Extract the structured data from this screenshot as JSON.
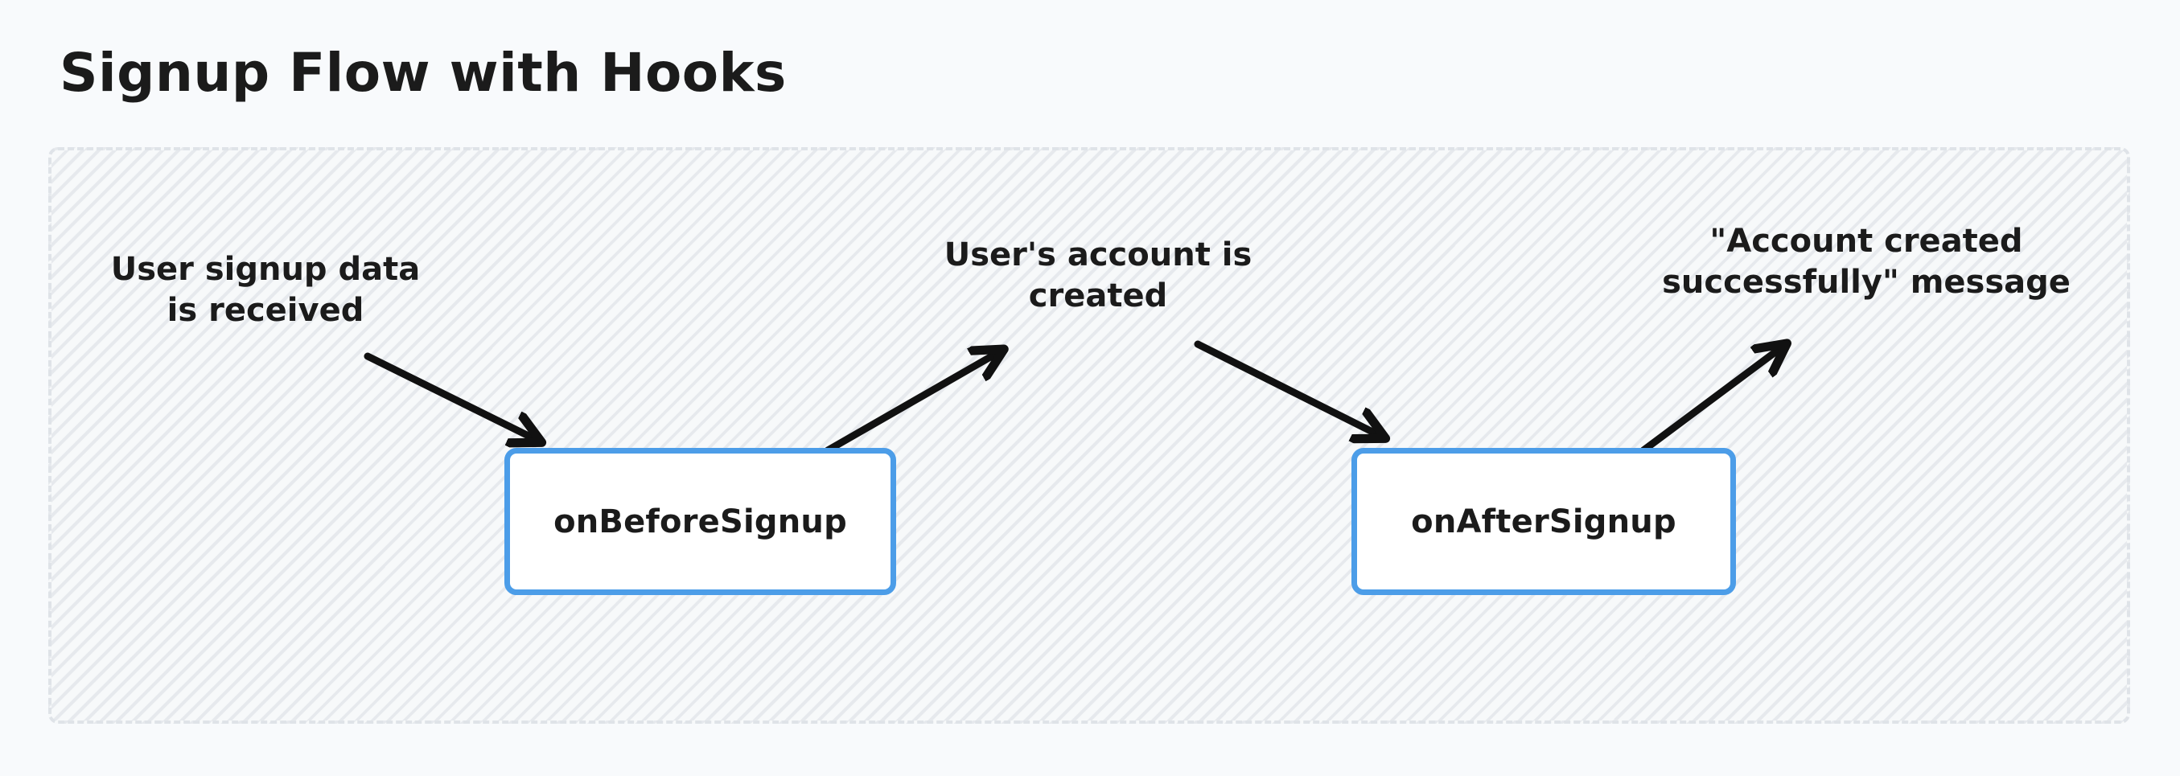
{
  "page": {
    "background_color": "#F8FAFC",
    "title": "Signup Flow with Hooks"
  },
  "container": {
    "name": "diagram-canvas",
    "border_style": "dashed",
    "border_color": "#DFE3E8",
    "fill_color": "#F7F9FA"
  },
  "nodes": [
    {
      "id": "on-before-signup",
      "label": "onBeforeSignup",
      "border_color": "#4C9DE8",
      "fill_color": "#FFFFFF"
    },
    {
      "id": "on-after-signup",
      "label": "onAfterSignup",
      "border_color": "#4C9DE8",
      "fill_color": "#FFFFFF"
    }
  ],
  "labels": [
    {
      "id": "signup-data",
      "text": "User signup data\nis received"
    },
    {
      "id": "account-created",
      "text": "User's account is\ncreated"
    },
    {
      "id": "success-message",
      "text": "\"Account created\nsuccessfully\" message"
    }
  ],
  "arrows": [
    {
      "id": "arrow-signup-data-to-on-before-signup",
      "from": "signup-data",
      "to": "on-before-signup",
      "color": "#111111"
    },
    {
      "id": "arrow-on-before-signup-to-account-created",
      "from": "on-before-signup",
      "to": "account-created",
      "color": "#111111"
    },
    {
      "id": "arrow-account-created-to-on-after-signup",
      "from": "account-created",
      "to": "on-after-signup",
      "color": "#111111"
    },
    {
      "id": "arrow-on-after-signup-to-success-message",
      "from": "on-after-signup",
      "to": "success-message",
      "color": "#111111"
    }
  ]
}
